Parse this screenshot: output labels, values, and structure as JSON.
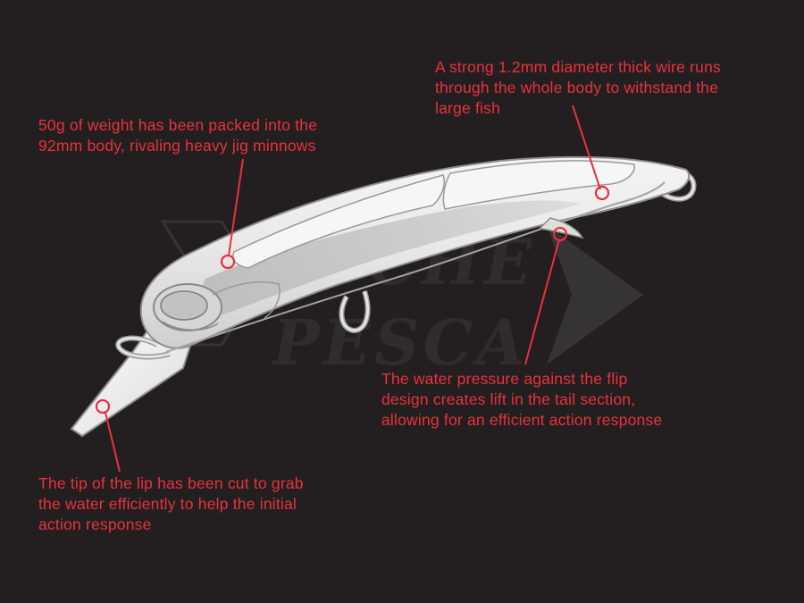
{
  "background": "#231f20",
  "accent": "#e8323c",
  "watermark": {
    "line1": "ESCHE",
    "line2": "PESCA"
  },
  "callouts": {
    "wire": {
      "lines": [
        "A strong 1.2mm diameter thick wire runs",
        "through the whole body to withstand the",
        "large fish"
      ]
    },
    "weight": {
      "lines": [
        "50g of weight has been packed into the",
        "92mm body, rivaling heavy jig minnows"
      ]
    },
    "flip": {
      "lines": [
        "The water pressure against the flip",
        "design creates lift in the tail section,",
        "allowing for an efficient action response"
      ]
    },
    "lip": {
      "lines": [
        "The tip of the lip has been cut to grab",
        "the water efficiently to help the initial",
        "action response"
      ]
    }
  }
}
